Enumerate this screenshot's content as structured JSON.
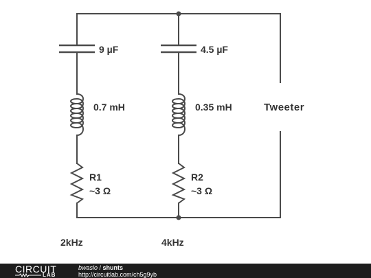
{
  "components": {
    "c1": "9 µF",
    "c2": "4.5 µF",
    "l1": "0.7 mH",
    "l2": "0.35 mH",
    "r1": {
      "name": "R1",
      "value": "~3 Ω"
    },
    "r2": {
      "name": "R2",
      "value": "~3 Ω"
    },
    "tweeter": "Tweeter"
  },
  "notes": {
    "branch1": "2kHz",
    "branch2": "4kHz"
  },
  "footer": {
    "brand": "CIRCUIT",
    "brand_sub": "LAB",
    "author": "bwaslo",
    "separator": " / ",
    "project": "shunts",
    "url": "http://circuitlab.com/ch5g9yb"
  },
  "colors": {
    "wire": "#4a4a4a",
    "text": "#333333",
    "footer_bg": "#1d1d1d"
  }
}
